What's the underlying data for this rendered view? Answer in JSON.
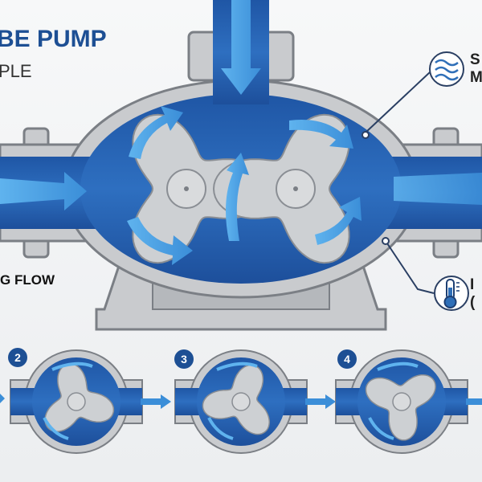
{
  "title": "BE PUMP",
  "subtitle": "PLE",
  "left_label": "G FLOW",
  "right_labels": {
    "top_line1": "S",
    "top_line2": "M",
    "bottom_line1": "I",
    "bottom_line2": "("
  },
  "icons": {
    "top_right": "waves-icon",
    "bottom_right": "thermometer-icon"
  },
  "steps": [
    "2",
    "3",
    "4"
  ],
  "colors": {
    "fluid": "#2561b2",
    "arrow": "#4a9ee0",
    "casing": "#c9cbce",
    "outline": "#7b7f85",
    "title": "#1d4f94"
  }
}
